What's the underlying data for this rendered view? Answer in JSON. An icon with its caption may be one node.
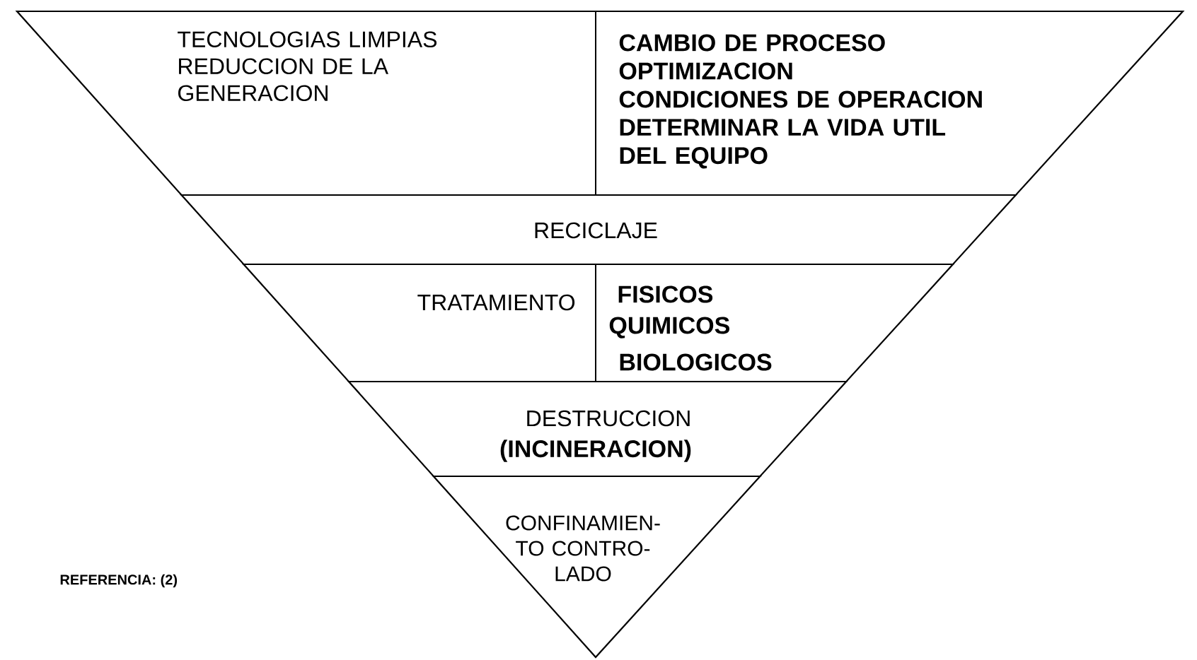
{
  "diagram": {
    "nodes": [
      {
        "text": [
          "TECNOLOGIAS LIMPIAS REDUCCION DE LA GENERACION",
          "CAMBIO DE PROCESO",
          "OPTIMIZACION",
          "CONDICIONES DE OPERACION",
          "DETERMINAR LA VIDA UTIL DEL EQUIPO"
        ]
      },
      {
        "text": [
          "RECICLAJE"
        ]
      },
      {
        "text": [
          "TRATAMIENTO",
          "FISICOS",
          "QUIMICOS",
          "BIOLOGICOS"
        ]
      },
      {
        "text": [
          "DESTRUCCION",
          "(INCINERACION)"
        ]
      },
      {
        "text": [
          "CONFINAMIEN- TO CONTRO- LADO"
        ]
      }
    ],
    "labels": [
      "REFERENCIA: (2)"
    ]
  }
}
